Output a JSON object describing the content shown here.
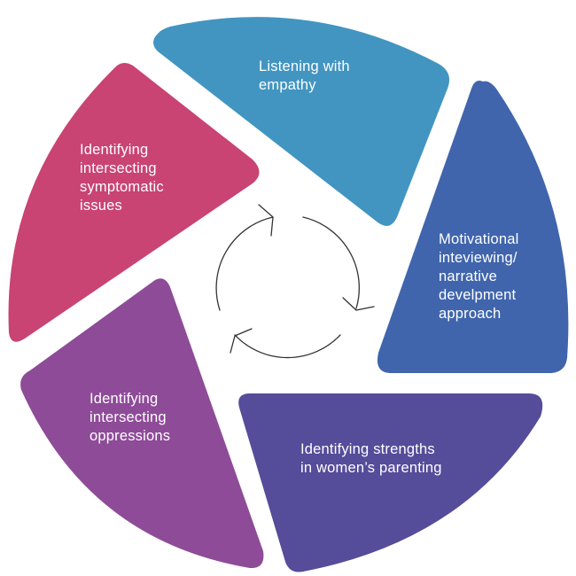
{
  "diagram": {
    "type": "cycle",
    "segments": [
      {
        "id": "listening",
        "label_lines": [
          "Listening with",
          "empathy"
        ],
        "color": "#4295C1"
      },
      {
        "id": "motivational",
        "label_lines": [
          "Motivational",
          "inteviewing/",
          "narrative",
          "develpment",
          "approach"
        ],
        "color": "#4065AC"
      },
      {
        "id": "strengths",
        "label_lines": [
          "Identifying strengths",
          "in women’s parenting"
        ],
        "color": "#554C9A"
      },
      {
        "id": "oppressions",
        "label_lines": [
          "Identifying",
          "intersecting",
          "oppressions"
        ],
        "color": "#8E4B98"
      },
      {
        "id": "symptomatic",
        "label_lines": [
          "Identifying",
          "intersecting",
          "symptomatic",
          "issues"
        ],
        "color": "#C94373"
      }
    ],
    "center_cycle": {
      "arrow_count": 3,
      "direction": "clockwise",
      "stroke_color": "#333333"
    }
  }
}
